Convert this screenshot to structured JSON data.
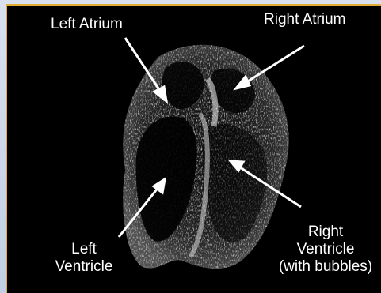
{
  "image": {
    "frame_color": "#e2ae36",
    "background": "#000000",
    "labels": {
      "left_atrium": "Left Atrium",
      "right_atrium": "Right Atrium",
      "left_ventricle_line1": "Left",
      "left_ventricle_line2": "Ventricle",
      "right_ventricle_line1": "Right",
      "right_ventricle_line2": "Ventricle",
      "right_ventricle_line3": "(with bubbles)"
    }
  }
}
